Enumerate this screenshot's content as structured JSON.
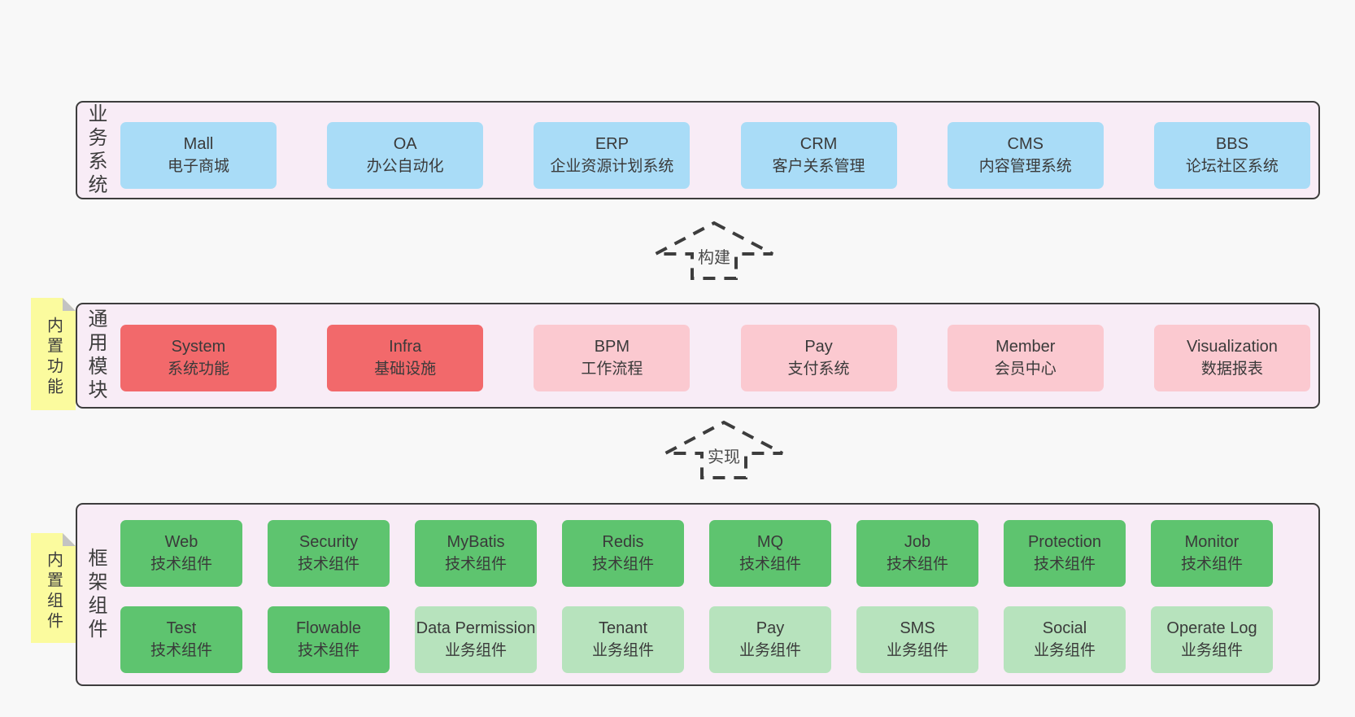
{
  "colors": {
    "page_bg": "#f8f8f8",
    "panel_bg": "#f8ecf6",
    "panel_border": "#3d3d3d",
    "blue": "#a9dcf7",
    "red": "#f2696b",
    "pink": "#fbc9d0",
    "green": "#5ec46f",
    "light_green": "#b7e3bd",
    "sticky_yellow": "#fbfb9e"
  },
  "business": {
    "side_label": "业务系统",
    "boxes": [
      {
        "name": "Mall",
        "desc": "电子商城",
        "variant": "blue"
      },
      {
        "name": "OA",
        "desc": "办公自动化",
        "variant": "blue"
      },
      {
        "name": "ERP",
        "desc": "企业资源计划系统",
        "variant": "blue"
      },
      {
        "name": "CRM",
        "desc": "客户关系管理",
        "variant": "blue"
      },
      {
        "name": "CMS",
        "desc": "内容管理系统",
        "variant": "blue"
      },
      {
        "name": "BBS",
        "desc": "论坛社区系统",
        "variant": "blue"
      }
    ]
  },
  "arrow_build": {
    "label": "构建"
  },
  "modules": {
    "sticky_label": "内置功能",
    "side_label": "通用模块",
    "boxes": [
      {
        "name": "System",
        "desc": "系统功能",
        "variant": "red"
      },
      {
        "name": "Infra",
        "desc": "基础设施",
        "variant": "red"
      },
      {
        "name": "BPM",
        "desc": "工作流程",
        "variant": "pink"
      },
      {
        "name": "Pay",
        "desc": "支付系统",
        "variant": "pink"
      },
      {
        "name": "Member",
        "desc": "会员中心",
        "variant": "pink"
      },
      {
        "name": "Visualization",
        "desc": "数据报表",
        "variant": "pink"
      }
    ]
  },
  "arrow_implement": {
    "label": "实现"
  },
  "components": {
    "sticky_label": "内置组件",
    "side_label": "框架组件",
    "row1": [
      {
        "name": "Web",
        "desc": "技术组件",
        "variant": "green"
      },
      {
        "name": "Security",
        "desc": "技术组件",
        "variant": "green"
      },
      {
        "name": "MyBatis",
        "desc": "技术组件",
        "variant": "green"
      },
      {
        "name": "Redis",
        "desc": "技术组件",
        "variant": "green"
      },
      {
        "name": "MQ",
        "desc": "技术组件",
        "variant": "green"
      },
      {
        "name": "Job",
        "desc": "技术组件",
        "variant": "green"
      },
      {
        "name": "Protection",
        "desc": "技术组件",
        "variant": "green"
      },
      {
        "name": "Monitor",
        "desc": "技术组件",
        "variant": "green"
      }
    ],
    "row2": [
      {
        "name": "Test",
        "desc": "技术组件",
        "variant": "green"
      },
      {
        "name": "Flowable",
        "desc": "技术组件",
        "variant": "green"
      },
      {
        "name": "Data Permission",
        "desc": "业务组件",
        "variant": "lightgreen"
      },
      {
        "name": "Tenant",
        "desc": "业务组件",
        "variant": "lightgreen"
      },
      {
        "name": "Pay",
        "desc": "业务组件",
        "variant": "lightgreen"
      },
      {
        "name": "SMS",
        "desc": "业务组件",
        "variant": "lightgreen"
      },
      {
        "name": "Social",
        "desc": "业务组件",
        "variant": "lightgreen"
      },
      {
        "name": "Operate Log",
        "desc": "业务组件",
        "variant": "lightgreen"
      }
    ]
  }
}
